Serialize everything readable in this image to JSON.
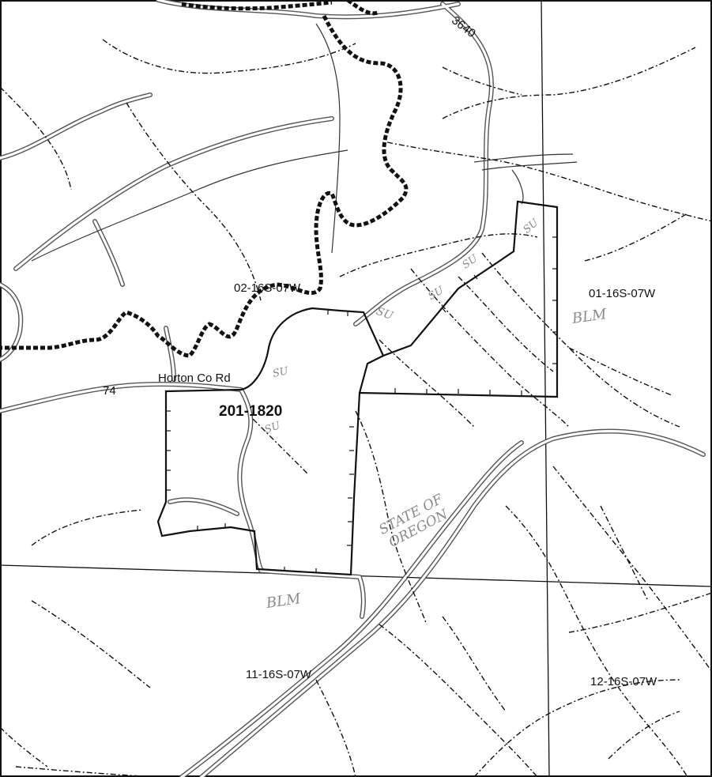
{
  "map": {
    "section_labels": {
      "s02": "02-16S-07W",
      "s01": "01-16S-07W",
      "s11": "11-16S-07W",
      "s12": "12-16S-07W"
    },
    "road_labels": {
      "route_3640": "3640",
      "horton": "Horton Co Rd",
      "route_74": "74"
    },
    "parcel_label": "201-1820",
    "annotations": {
      "stream_su_1": "SU",
      "stream_su_2": "SU",
      "stream_su_3": "SU",
      "stream_su_4": "SU",
      "stream_su_5": "SU",
      "stream_su_6": "SU",
      "blm_1": "BLM",
      "blm_2": "BLM",
      "state_of_oregon": "STATE OF OREGON"
    },
    "colors": {
      "ink": "#111111",
      "pencil": "#8a8a8a",
      "road_casing": "#555555",
      "background": "#ffffff"
    }
  }
}
